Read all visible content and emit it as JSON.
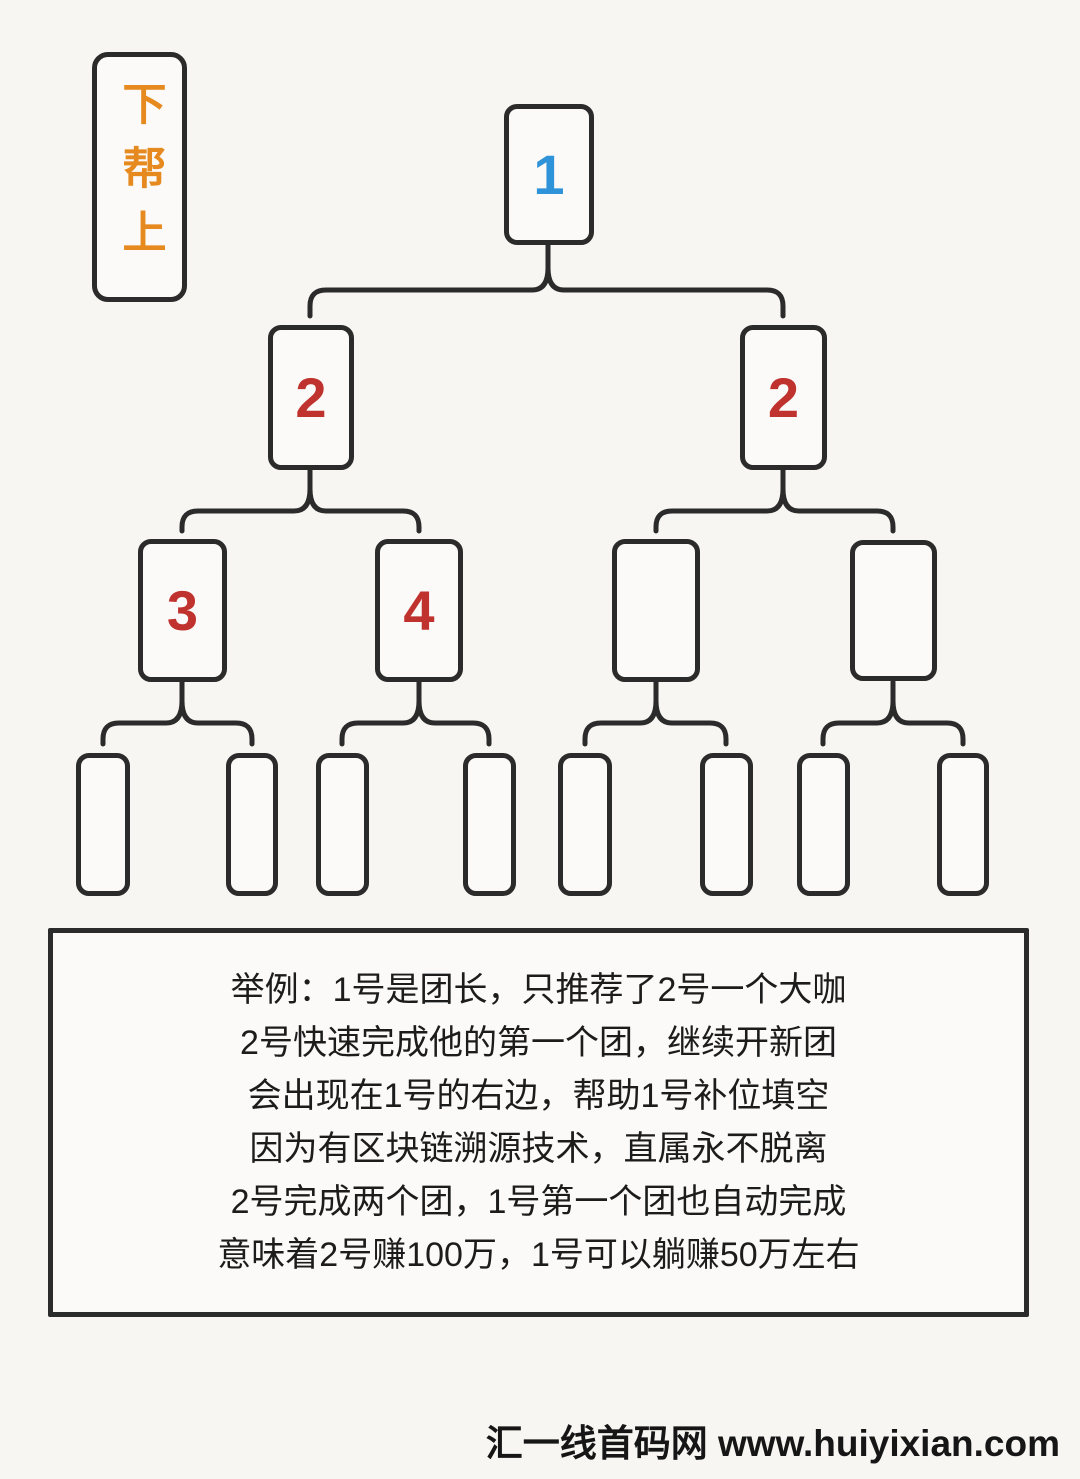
{
  "legend": {
    "text": "下帮上",
    "color": "#e68a1f"
  },
  "tree": {
    "node_border_color": "#2b2b2b",
    "levels": [
      {
        "nodes": [
          {
            "label": "1",
            "color": "#2e93d8"
          }
        ]
      },
      {
        "nodes": [
          {
            "label": "2",
            "color": "#c0322e"
          },
          {
            "label": "2",
            "color": "#c0322e"
          }
        ]
      },
      {
        "nodes": [
          {
            "label": "3",
            "color": "#c0322e"
          },
          {
            "label": "4",
            "color": "#c0322e"
          },
          {
            "label": "",
            "color": ""
          },
          {
            "label": "",
            "color": ""
          }
        ]
      },
      {
        "nodes": [
          {
            "label": "",
            "color": ""
          },
          {
            "label": "",
            "color": ""
          },
          {
            "label": "",
            "color": ""
          },
          {
            "label": "",
            "color": ""
          },
          {
            "label": "",
            "color": ""
          },
          {
            "label": "",
            "color": ""
          },
          {
            "label": "",
            "color": ""
          },
          {
            "label": "",
            "color": ""
          }
        ]
      }
    ]
  },
  "caption": {
    "lines": [
      "举例：1号是团长，只推荐了2号一个大咖",
      "2号快速完成他的第一个团，继续开新团",
      "会出现在1号的右边，帮助1号补位填空",
      "因为有区块链溯源技术，直属永不脱离",
      "2号完成两个团，1号第一个团也自动完成",
      "意味着2号赚100万，1号可以躺赚50万左右"
    ]
  },
  "watermark": {
    "text": "汇一线首码网  www.huiyixian.com",
    "color": "#161616"
  }
}
